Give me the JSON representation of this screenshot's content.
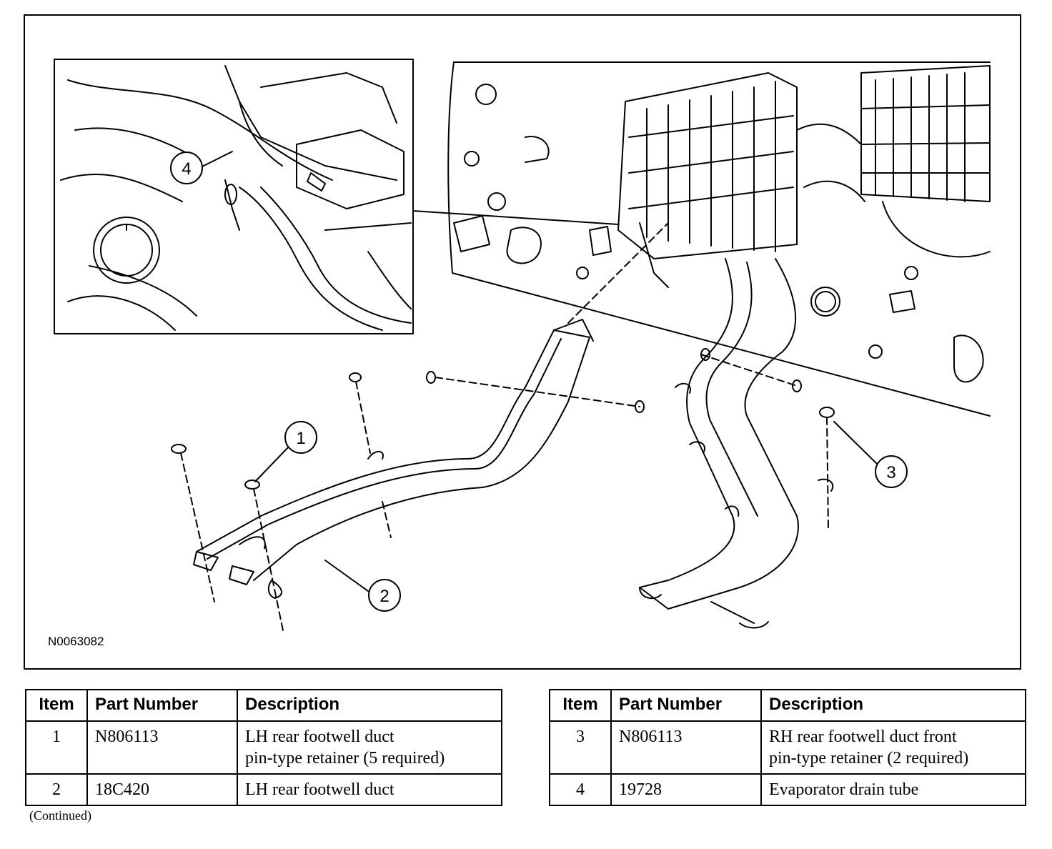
{
  "figure": {
    "id_label": "N0063082",
    "callouts": [
      "1",
      "2",
      "3",
      "4"
    ]
  },
  "tables": {
    "left": {
      "headers": {
        "item": "Item",
        "part_number": "Part Number",
        "description": "Description"
      },
      "rows": [
        {
          "item": "1",
          "part_number": "N806113",
          "description_line1": "LH rear footwell duct",
          "description_line2": "pin-type retainer (5 required)"
        },
        {
          "item": "2",
          "part_number": "18C420",
          "description_line1": "LH rear footwell duct",
          "description_line2": ""
        }
      ]
    },
    "right": {
      "headers": {
        "item": "Item",
        "part_number": "Part Number",
        "description": "Description"
      },
      "rows": [
        {
          "item": "3",
          "part_number": "N806113",
          "description_line1": "RH rear footwell duct front",
          "description_line2": "pin-type retainer (2 required)"
        },
        {
          "item": "4",
          "part_number": "19728",
          "description_line1": "Evaporator drain tube",
          "description_line2": ""
        }
      ]
    }
  },
  "footer": {
    "continued": "(Continued)"
  }
}
